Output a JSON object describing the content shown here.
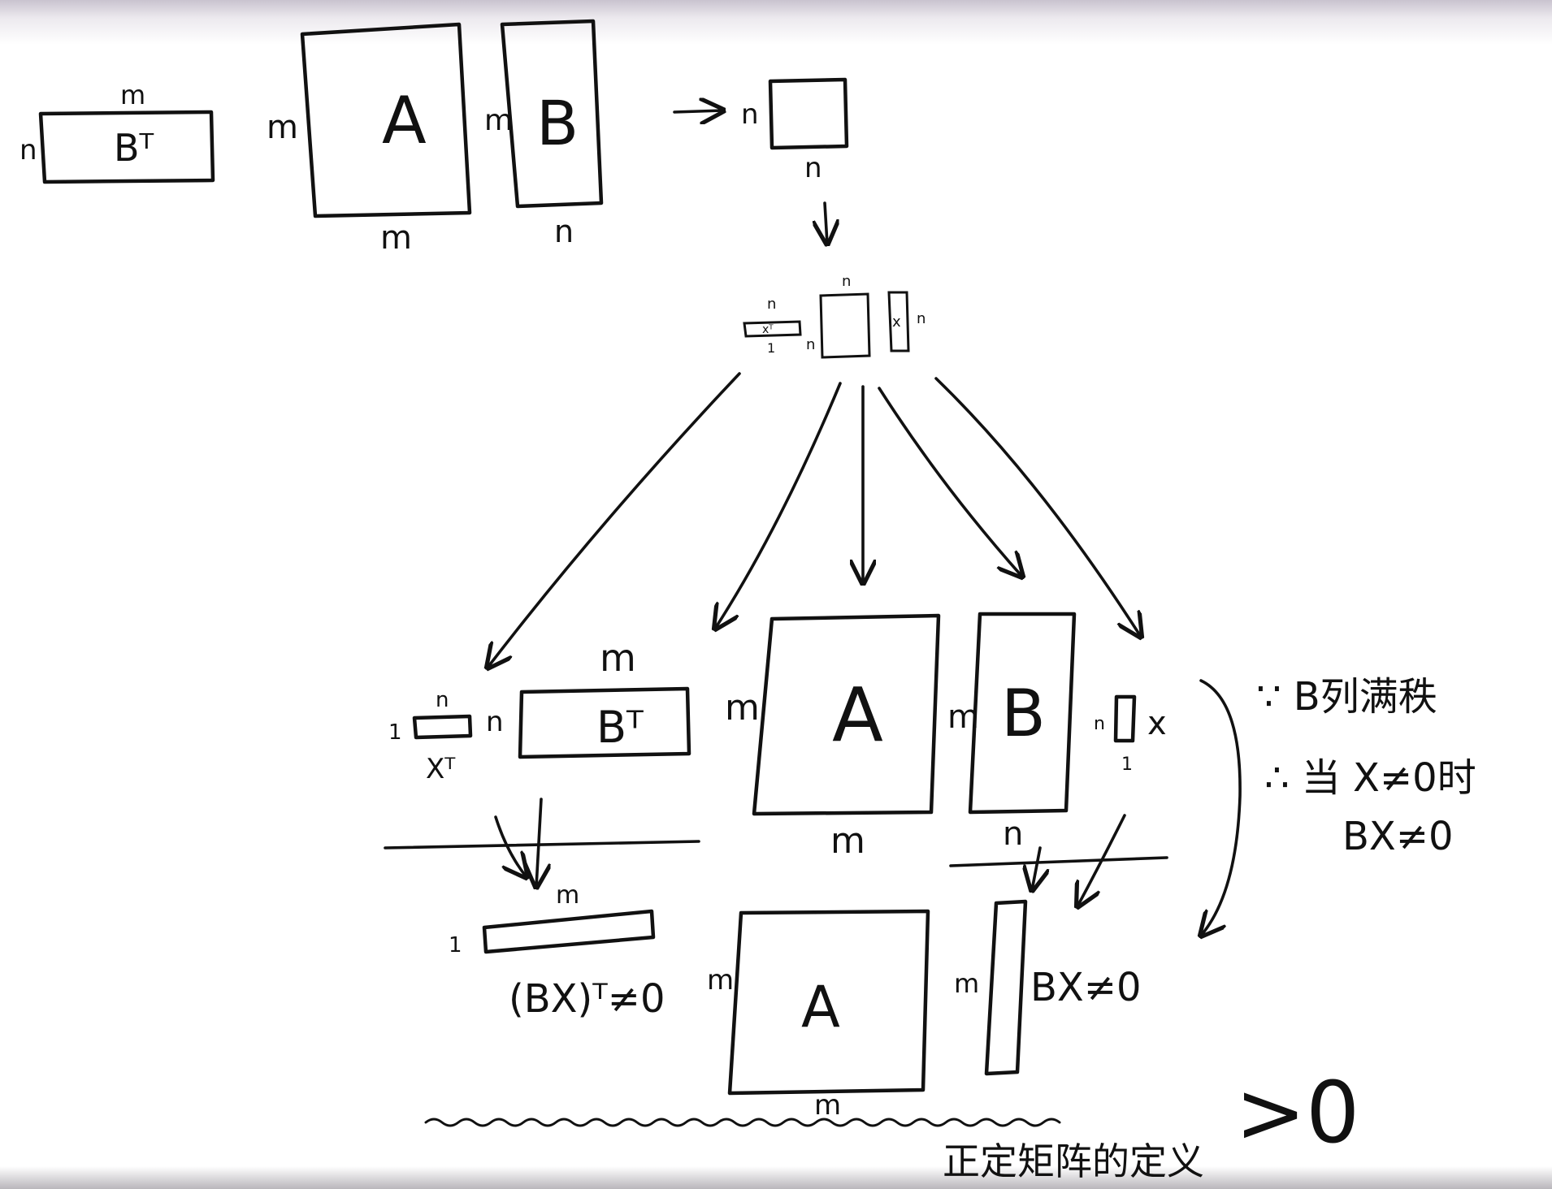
{
  "labels": {
    "m": "m",
    "n": "n",
    "one": "1",
    "A": "A",
    "B": "B",
    "BT": "Bᵀ",
    "x": "x",
    "XT": "Xᵀ",
    "xT": "xᵀ",
    "BX_T_ne_0": "(BX)ᵀ≠0",
    "BX_ne_0": "BX≠0",
    "gt_0": ">0"
  },
  "notes": {
    "line1": "∵ B列满秩",
    "line2": "∴ 当 X≠0时",
    "line3": "BX≠0"
  },
  "caption": "正定矩阵的定义"
}
